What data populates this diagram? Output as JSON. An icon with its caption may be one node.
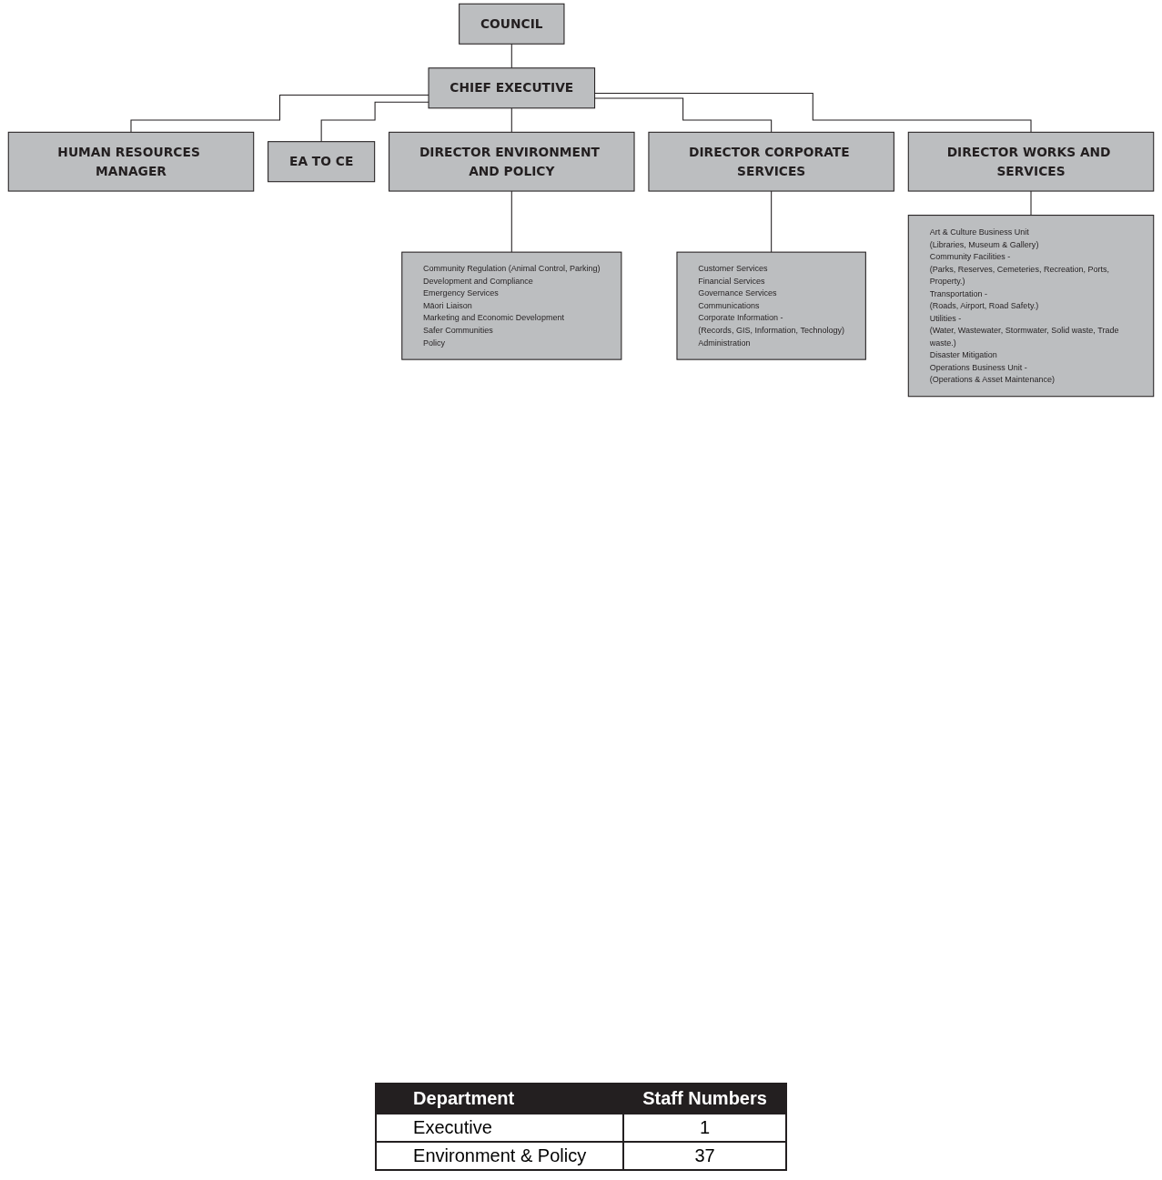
{
  "diagram": {
    "nodes": [
      {
        "text": [
          "COUNCIL"
        ]
      },
      {
        "text": [
          "CHIEF EXECUTIVE"
        ]
      },
      {
        "text": [
          "HUMAN RESOURCES MANAGER"
        ]
      },
      {
        "text": [
          "EA TO CE"
        ]
      },
      {
        "text": [
          "DIRECTOR ENVIRONMENT AND POLICY"
        ]
      },
      {
        "text": [
          "DIRECTOR CORPORATE SERVICES"
        ]
      },
      {
        "text": [
          "DIRECTOR WORKS AND SERVICES"
        ]
      },
      {
        "text": [
          "Community Regulation (Animal Control, Parking)",
          "Development and Compliance",
          "Emergency Services",
          "Māori Liaison",
          "Marketing and Economic Development",
          "Safer Communities",
          "Policy"
        ]
      },
      {
        "text": [
          "Customer Services",
          "Financial Services",
          "Governance Services",
          "Communications",
          "Corporate Information -",
          "(Records, GIS, Information, Technology)",
          "Administration"
        ]
      },
      {
        "text": [
          "Art & Culture Business Unit",
          "(Libraries, Museum & Gallery)",
          "Community Facilities -",
          "(Parks, Reserves, Cemeteries, Recreation, Ports, Property.)",
          "Transportation -",
          "(Roads, Airport, Road Safety.)",
          "Utilities -",
          "(Water, Wastewater, Stormwater, Solid waste, Trade waste.)",
          "Disaster Mitigation",
          "Operations Business Unit -",
          "(Operations & Asset Maintenance)"
        ]
      }
    ],
    "edges": [
      {
        "from": 0,
        "to": 1,
        "arrow": "none"
      },
      {
        "from": 1,
        "to": 2,
        "arrow": "none"
      },
      {
        "from": 1,
        "to": 3,
        "arrow": "none"
      },
      {
        "from": 1,
        "to": 4,
        "arrow": "none"
      },
      {
        "from": 1,
        "to": 5,
        "arrow": "none"
      },
      {
        "from": 1,
        "to": 6,
        "arrow": "none"
      },
      {
        "from": 4,
        "to": 7,
        "arrow": "none"
      },
      {
        "from": 5,
        "to": 8,
        "arrow": "none"
      },
      {
        "from": 6,
        "to": 9,
        "arrow": "none"
      }
    ],
    "labels": [
      "Department",
      "Staff Numbers",
      "Executive",
      "1",
      "Environment & Policy",
      "37"
    ]
  }
}
